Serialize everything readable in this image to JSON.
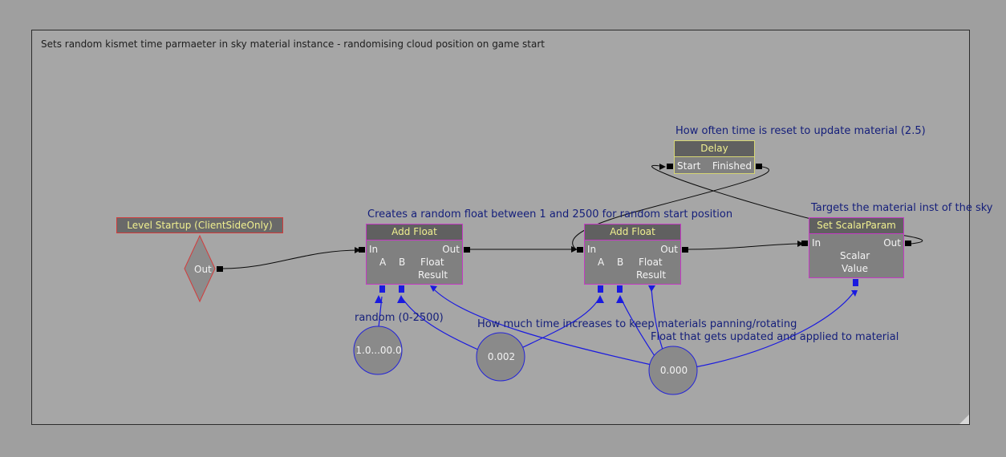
{
  "sequence": {
    "comment": "Sets random kismet time parmaeter in sky material instance - randomising cloud position on game start"
  },
  "comments": {
    "delay": "How often time is reset to update material (2.5)",
    "add_float_1": "Creates a random float between 1 and 2500 for random start position",
    "set_scalar": "Targets the material inst of the sky",
    "random_var": "random (0-2500)",
    "time_var": "How much time increases to keep materials panning/rotating",
    "float_var": "Float that gets updated and applied to material"
  },
  "nodes": {
    "level_startup": {
      "title": "Level Startup (ClientSideOnly)",
      "out": "Out"
    },
    "add_float_1": {
      "title": "Add Float",
      "in": "In",
      "out": "Out",
      "a": "A",
      "b": "B",
      "float": "Float",
      "result": "Result"
    },
    "add_float_2": {
      "title": "Add Float",
      "in": "In",
      "out": "Out",
      "a": "A",
      "b": "B",
      "float": "Float",
      "result": "Result"
    },
    "delay": {
      "title": "Delay",
      "start": "Start",
      "finished": "Finished"
    },
    "set_scalar": {
      "title": "Set ScalarParam",
      "in": "In",
      "out": "Out",
      "scalar": "Scalar",
      "value": "Value"
    }
  },
  "variables": {
    "random": "1.0...00.0",
    "time_step": "0.002",
    "float_value": "0.000"
  },
  "colors": {
    "background": "#9f9f9f",
    "comment_text": "#141e7a",
    "node_border": "#c43ac4",
    "event_border": "#d23c3c",
    "delay_border": "#d6d674",
    "title_text": "#f0f090",
    "variable_link": "#1a1ae0",
    "exec_link": "#000000"
  }
}
